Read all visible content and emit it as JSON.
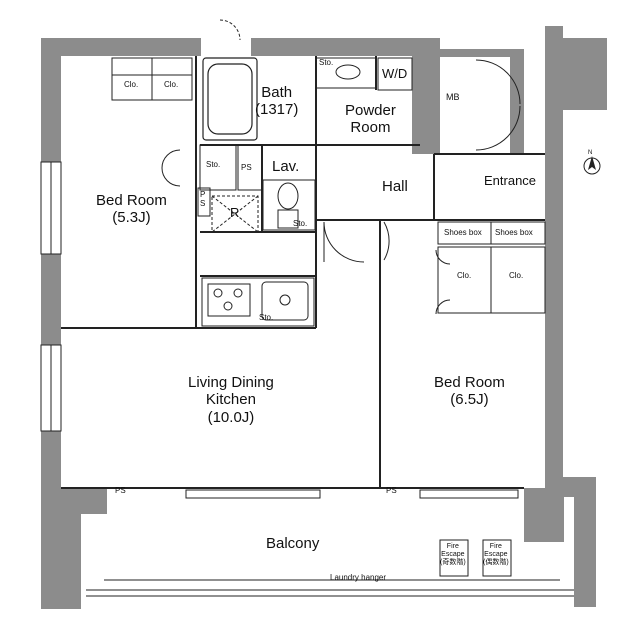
{
  "rooms": {
    "bath": {
      "name": "Bath",
      "code": "(1317)"
    },
    "wd": "W/D",
    "powder": {
      "line1": "Powder",
      "line2": "Room"
    },
    "mb": "MB",
    "lav": "Lav.",
    "hall": "Hall",
    "entrance": "Entrance",
    "bedroom_small": {
      "name": "Bed Room",
      "size": "(5.3J)"
    },
    "bedroom_large": {
      "name": "Bed Room",
      "size": "(6.5J)"
    },
    "ldk": {
      "line1": "Living Dining",
      "line2": "Kitchen",
      "size": "(10.0J)"
    },
    "balcony": "Balcony"
  },
  "fixtures": {
    "closet_1": "Clo.",
    "closet_2": "Clo.",
    "closet_3": "Clo.",
    "closet_4": "Clo.",
    "storage_bath": "Sto.",
    "storage_lav": "Sto.",
    "storage_kitchen": "Sto.",
    "storage_bedroom": "Sto.",
    "ps_top": "PS",
    "ps_ldk": "PS",
    "ps_bedroom": "PS",
    "ps_vertical": [
      "P",
      "S"
    ],
    "refrigerator": "R",
    "shoes_box_1": "Shoes box",
    "shoes_box_2": "Shoes box",
    "fire_escape_1": {
      "line1": "Fire",
      "line2": "Escape",
      "line3": "(奇数階)"
    },
    "fire_escape_2": {
      "line1": "Fire",
      "line2": "Escape",
      "line3": "(偶数階)"
    },
    "laundry_hanger": "Laundry hanger",
    "north_marker": "N"
  },
  "colors": {
    "wall": "#8c8c8c",
    "line": "#222222"
  }
}
